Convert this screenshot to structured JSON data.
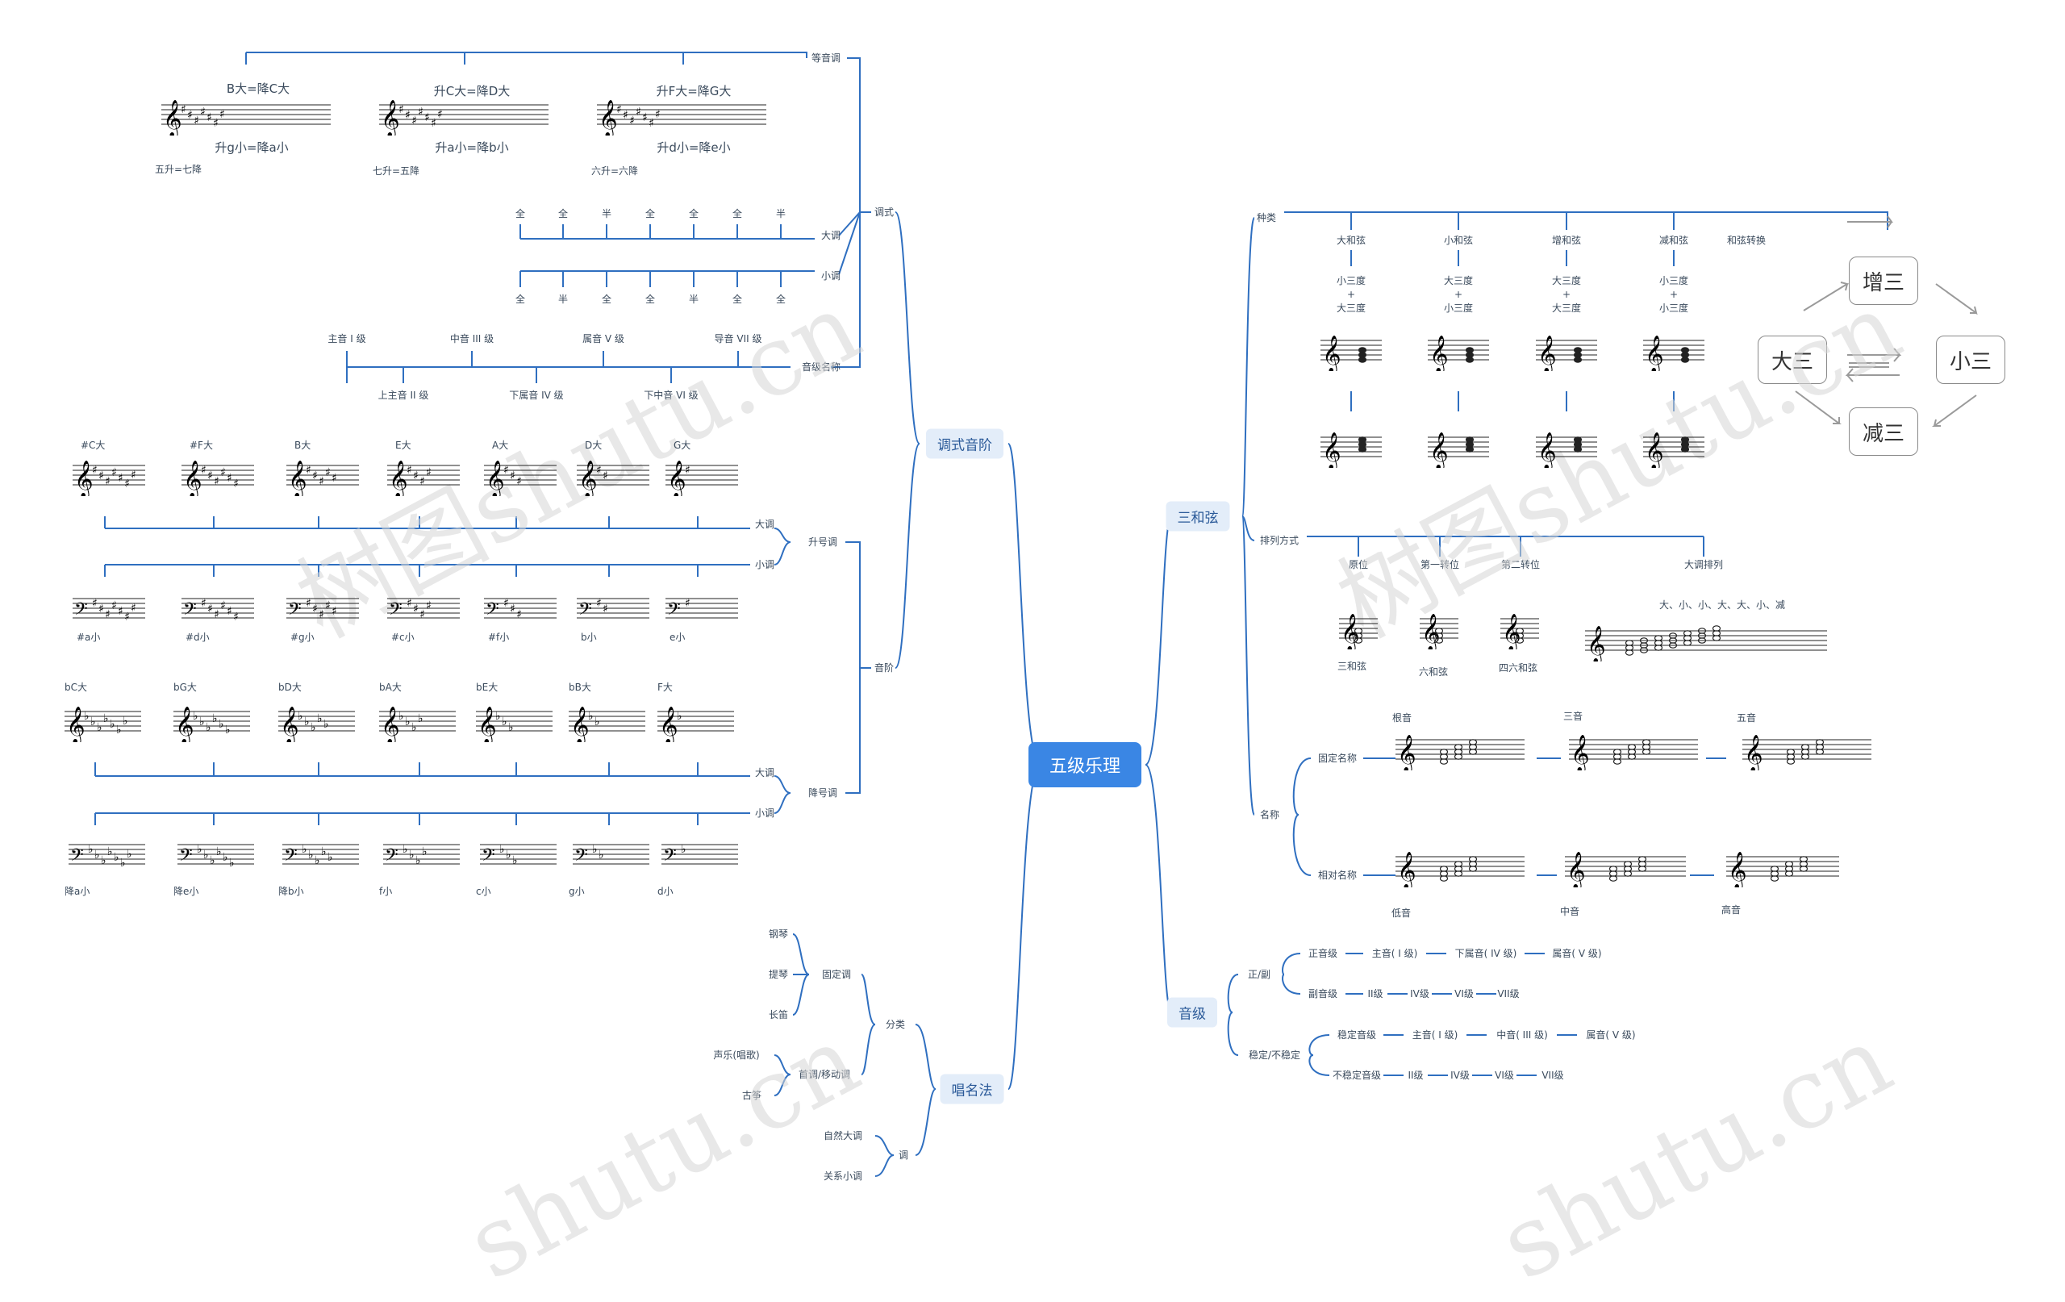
{
  "root": "五级乐理",
  "left_main": {
    "mode_scale": "调式音阶",
    "solfege": "唱名法"
  },
  "right_main": {
    "triad": "三和弦",
    "degree": "音级"
  },
  "mode": {
    "label": "调式",
    "enharmonic": "等音调",
    "enh_keys": [
      {
        "top": "B大=降C大",
        "bottom": "升g小=降a小",
        "note": "五升=七降"
      },
      {
        "top": "升C大=降D大",
        "bottom": "升a小=降b小",
        "note": "七升=五降"
      },
      {
        "top": "升F大=降G大",
        "bottom": "升d小=降e小",
        "note": "六升=六降"
      }
    ],
    "major": "大调",
    "minor": "小调",
    "major_steps": [
      "全",
      "全",
      "半",
      "全",
      "全",
      "全",
      "半"
    ],
    "minor_steps": [
      "全",
      "半",
      "全",
      "全",
      "半",
      "全",
      "全"
    ],
    "degree_names": "音级名称",
    "degrees_upper": [
      "主音 I 级",
      "中音 III 级",
      "属音 V 级",
      "导音 VII 级"
    ],
    "degrees_lower": [
      "上主音 II 级",
      "下属音 IV 级",
      "下中音 VI 级"
    ]
  },
  "scale": {
    "label": "音阶",
    "sharp_group": "升号调",
    "flat_group": "降号调",
    "major": "大调",
    "minor": "小调",
    "sharp_major": [
      "#C大",
      "#F大",
      "B大",
      "E大",
      "A大",
      "D大",
      "G大"
    ],
    "sharp_minor": [
      "#a小",
      "#d小",
      "#g小",
      "#c小",
      "#f小",
      "b小",
      "e小"
    ],
    "flat_major": [
      "bC大",
      "bG大",
      "bD大",
      "bA大",
      "bE大",
      "bB大",
      "F大"
    ],
    "flat_minor": [
      "降a小",
      "降e小",
      "降b小",
      "f小",
      "c小",
      "g小",
      "d小"
    ]
  },
  "solfege": {
    "classify": "分类",
    "fixed": "固定调",
    "fixed_items": [
      "钢琴",
      "提琴",
      "长笛"
    ],
    "movable": "首调/移动调",
    "movable_items": [
      "声乐(唱歌)",
      "古筝"
    ],
    "key": "调",
    "key_items": [
      "自然大调",
      "关系小调"
    ]
  },
  "triad": {
    "kinds": "种类",
    "kind_items": [
      {
        "name": "大和弦",
        "top": "小三度",
        "bottom": "大三度"
      },
      {
        "name": "小和弦",
        "top": "大三度",
        "bottom": "小三度"
      },
      {
        "name": "增和弦",
        "top": "大三度",
        "bottom": "大三度"
      },
      {
        "name": "减和弦",
        "top": "小三度",
        "bottom": "小三度"
      }
    ],
    "plus": "+",
    "convert": "和弦转换",
    "convert_chips": [
      "增三",
      "大三",
      "小三",
      "减三"
    ],
    "arrangement": "排列方式",
    "arr_items": [
      {
        "name": "原位",
        "sub": "三和弦"
      },
      {
        "name": "第一转位",
        "sub": "六和弦"
      },
      {
        "name": "第二转位",
        "sub": "四六和弦"
      }
    ],
    "major_arr": "大调排列",
    "major_arr_seq": "大、小、小、大、大、小、减",
    "naming": "名称",
    "fixed_name": "固定名称",
    "relative_name": "相对名称",
    "fixed_parts": [
      "根音",
      "三音",
      "五音"
    ],
    "relative_parts": [
      "低音",
      "中音",
      "高音"
    ]
  },
  "degree": {
    "main_sub": "正/副",
    "main": "正音级",
    "main_items": [
      "主音( I 级)",
      "下属音( IV 级)",
      "属音( V 级)"
    ],
    "sub": "副音级",
    "sub_items": [
      "II级",
      "IV级",
      "VI级",
      "VII级"
    ],
    "stability": "稳定/不稳定",
    "stable": "稳定音级",
    "stable_items": [
      "主音( I 级)",
      "中音( III 级)",
      "属音( V 级)"
    ],
    "unstable": "不稳定音级",
    "unstable_items": [
      "II级",
      "IV级",
      "VI级",
      "VII级"
    ]
  },
  "watermark": [
    "树图shutu.cn",
    "树图shutu.cn",
    "shutu.cn",
    "shutu.cn"
  ],
  "colors": {
    "line": "#2f6fc0",
    "root_bg": "#3a86e4",
    "box_bg": "#e3edf9"
  }
}
